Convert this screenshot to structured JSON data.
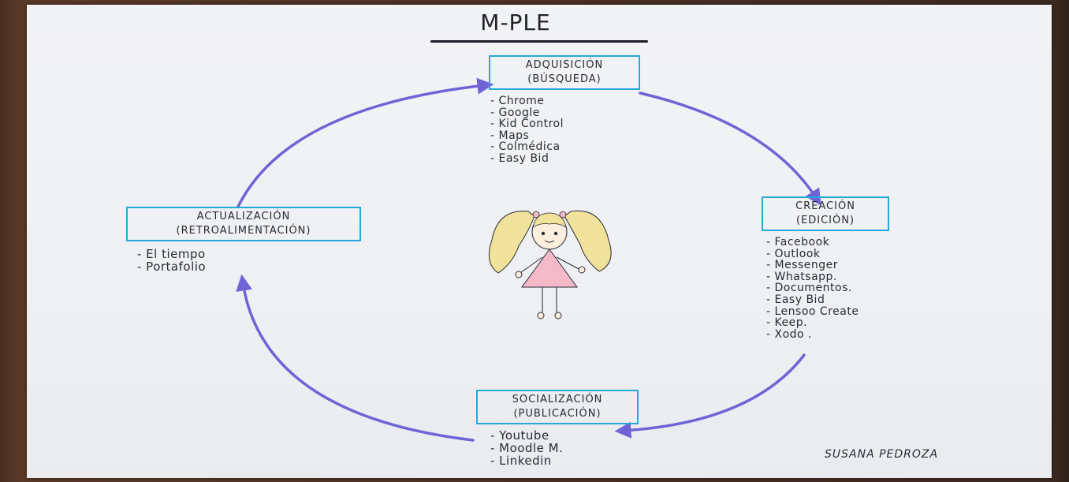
{
  "title": "M-PLE",
  "colors": {
    "box_border": "#28a8d8",
    "cycle_arrow": "#6f64d6",
    "ink": "#2a2a36",
    "hair": "#f0e29a",
    "dress": "#f4b9c9"
  },
  "stages": {
    "adquisicion": {
      "title": "ADQUISICIÓN",
      "subtitle": "(BÚSQUEDA)",
      "items": [
        "- Chrome",
        "- Google",
        "- Kid Control",
        "- Maps",
        "- Colmédica",
        "- Easy Bid"
      ]
    },
    "creacion": {
      "title": "CREACIÓN",
      "subtitle": "(EDICIÓN)",
      "items": [
        "- Facebook",
        "- Outlook",
        "- Messenger",
        "- Whatsapp.",
        "- Documentos.",
        "- Easy Bid",
        "- Lensoo Create",
        "- Keep.",
        "- Xodo ."
      ]
    },
    "socializacion": {
      "title": "SOCIALIZACIÓN",
      "subtitle": "(PUBLICACIÓN)",
      "items": [
        "- Youtube",
        "- Moodle M.",
        "- Linkedin"
      ]
    },
    "actualizacion": {
      "title": "ACTUALIZACIÓN",
      "subtitle": "(RETROALIMENTACIÓN)",
      "items": [
        "- El tiempo",
        "- Portafolio"
      ]
    }
  },
  "signature": "SUSANA PEDROZA"
}
